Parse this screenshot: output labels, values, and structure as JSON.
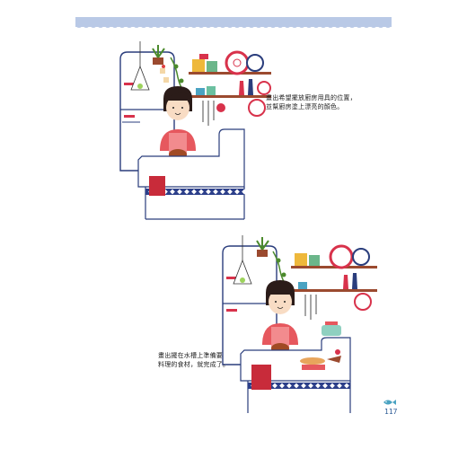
{
  "captions": {
    "step1": "畫出希望擺放廚房用具的位置，\n並幫廚房塗上漂亮的顏色。",
    "step2": "畫出擺在水槽上準備要\n料理的食材，就完成了。"
  },
  "page_number": "117",
  "colors": {
    "band": "#b9c9e6",
    "outline": "#2a3d7c",
    "accent_red": "#d8324b",
    "apron": "#e6585e",
    "hair": "#2b1c19",
    "tile": "#2c3f8a",
    "towel": "#c82b3a",
    "shelf": "#9b4a2f",
    "plant": "#4b8a2c"
  },
  "icons": [
    "fish-icon"
  ]
}
